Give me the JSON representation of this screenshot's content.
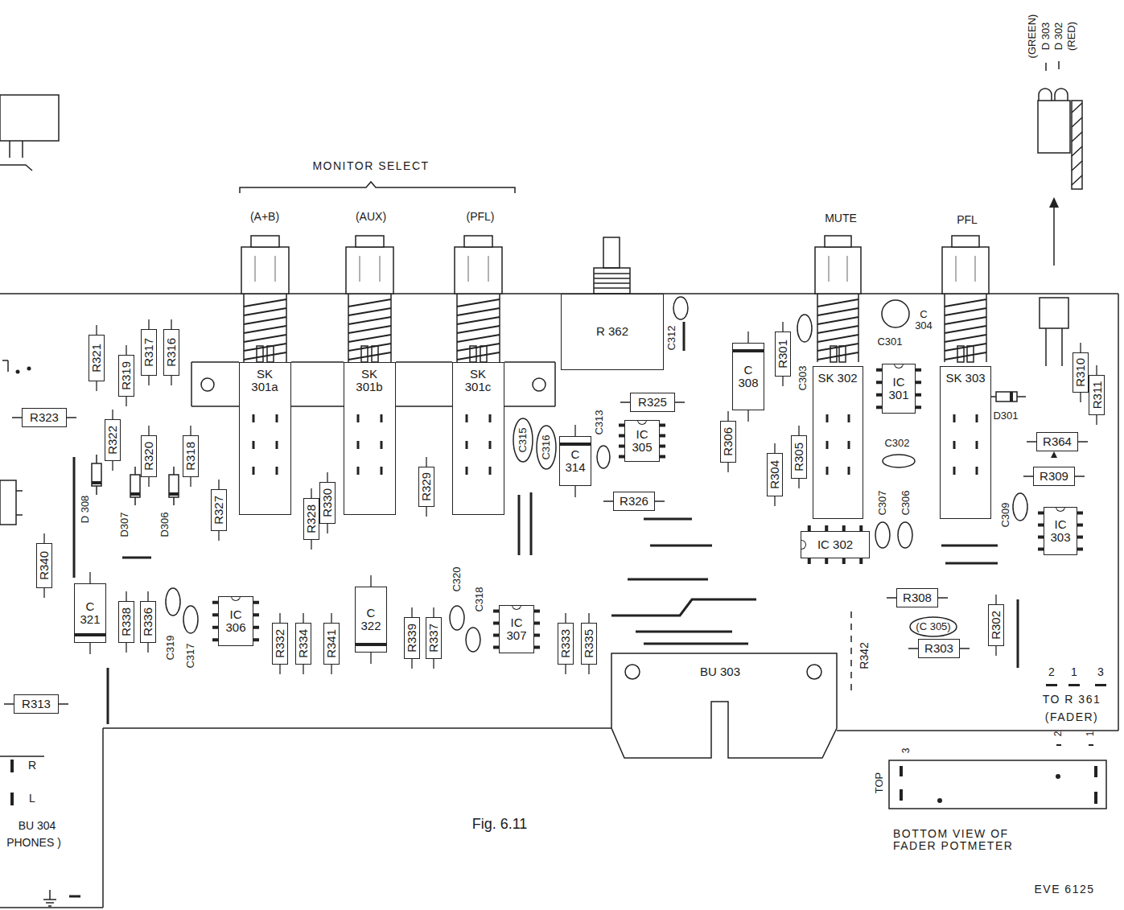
{
  "diagram": {
    "caption": "Fig. 6.11",
    "nodes": [
      {
        "text": [
          "R 362"
        ]
      },
      {
        "text": [
          "R321"
        ]
      },
      {
        "text": [
          "R317"
        ]
      },
      {
        "text": [
          "R316"
        ]
      },
      {
        "text": [
          "R301"
        ]
      },
      {
        "text": [
          "R310"
        ]
      },
      {
        "text": [
          "R319"
        ]
      },
      {
        "text": [
          "C 308"
        ]
      },
      {
        "text": [
          "SK 301a"
        ]
      },
      {
        "text": [
          "SK 301b"
        ]
      },
      {
        "text": [
          "SK 301c"
        ]
      },
      {
        "text": [
          "SK 302"
        ]
      },
      {
        "text": [
          "SK 303"
        ]
      },
      {
        "text": [
          "IC 301"
        ]
      },
      {
        "text": [
          "R311"
        ]
      },
      {
        "text": [
          "R325"
        ]
      },
      {
        "text": [
          "R323"
        ]
      },
      {
        "text": [
          "R322"
        ]
      },
      {
        "text": [
          "IC 305"
        ]
      },
      {
        "text": [
          "R364"
        ]
      },
      {
        "text": [
          "R306"
        ]
      },
      {
        "text": [
          "R320"
        ]
      },
      {
        "text": [
          "R318"
        ]
      },
      {
        "text": [
          "C 314"
        ]
      },
      {
        "text": [
          "R305"
        ]
      },
      {
        "text": [
          "R304"
        ]
      },
      {
        "text": [
          "R309"
        ]
      },
      {
        "text": [
          "R329"
        ]
      },
      {
        "text": [
          "R330"
        ]
      },
      {
        "text": [
          "R326"
        ]
      },
      {
        "text": [
          "R327"
        ]
      },
      {
        "text": [
          "R328"
        ]
      },
      {
        "text": [
          "IC 303"
        ]
      },
      {
        "text": [
          "IC 302"
        ]
      },
      {
        "text": [
          "R340"
        ]
      },
      {
        "text": [
          "R308"
        ]
      },
      {
        "text": [
          "C 321"
        ]
      },
      {
        "text": [
          "IC 306"
        ]
      },
      {
        "text": [
          "C 322"
        ]
      },
      {
        "text": [
          "R338"
        ]
      },
      {
        "text": [
          "R336"
        ]
      },
      {
        "text": [
          "R339"
        ]
      },
      {
        "text": [
          "R337"
        ]
      },
      {
        "text": [
          "IC 307"
        ]
      },
      {
        "text": [
          "R302"
        ]
      },
      {
        "text": [
          "R332"
        ]
      },
      {
        "text": [
          "R334"
        ]
      },
      {
        "text": [
          "R341"
        ]
      },
      {
        "text": [
          "R333"
        ]
      },
      {
        "text": [
          "R335"
        ]
      },
      {
        "text": [
          "R303"
        ]
      },
      {
        "text": [
          "BU 303"
        ]
      },
      {
        "text": [
          "R313"
        ]
      }
    ],
    "labels": [
      "MONITOR SELECT",
      "(A+B)",
      "(AUX)",
      "(PFL)",
      "MUTE",
      "PFL",
      "(GREEN)",
      "D 303",
      "D 302",
      "(RED)",
      "C312",
      "C313",
      "C315",
      "C316",
      "C301",
      "C303",
      "C 304",
      "C302",
      "C307",
      "C306",
      "C309",
      "(C 305)",
      "D301",
      "D 308",
      "D307",
      "D306",
      "C319",
      "C317",
      "C320",
      "C318",
      "R342",
      "2",
      "1",
      "3",
      "TO R 361",
      "(FADER)",
      "3",
      "2",
      "1",
      "TOP",
      "BOTTOM VIEW OF FADER POTMETER",
      "R",
      "L",
      "BU 304",
      "PHONES )",
      "EVE 6125"
    ]
  }
}
